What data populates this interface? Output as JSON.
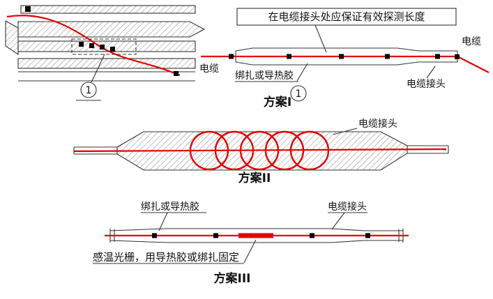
{
  "colors": {
    "fiber_red": "#e60000",
    "outline": "#333333",
    "text": "#111111"
  },
  "detail_view": {
    "callout_number": "1"
  },
  "scheme1": {
    "note": "在电缆接头处应保证有效探测长度",
    "cable_label_left": "电缆",
    "cable_label_right": "电缆",
    "binding_label": "绑扎或导热胶",
    "joint_label": "电缆接头",
    "callout_number": "1",
    "title": "方案I"
  },
  "scheme2": {
    "joint_label": "电缆接头",
    "title": "方案II"
  },
  "scheme3": {
    "binding_label": "绑扎或导热胶",
    "joint_label": "电缆接头",
    "grating_label": "感温光栅，用导热胶或绑扎固定",
    "title": "方案III"
  }
}
